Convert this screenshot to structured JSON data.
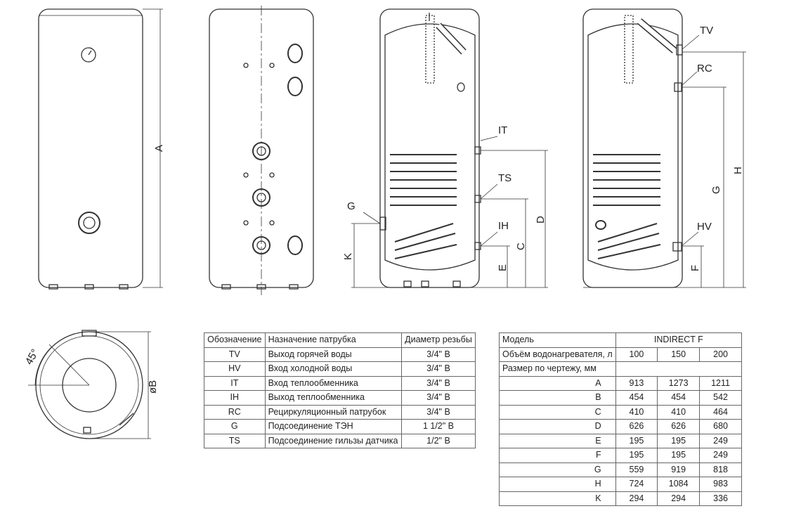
{
  "labels": {
    "dim_a": "A",
    "dim_b": "øB",
    "angle": "45°",
    "tv": "TV",
    "rc": "RC",
    "it": "IT",
    "ts": "TS",
    "ih": "IH",
    "g": "G",
    "hv": "HV",
    "d": "D",
    "c": "C",
    "e": "E",
    "k": "K",
    "h": "H",
    "g_dim": "G",
    "f": "F"
  },
  "connections": {
    "headers": [
      "Обозначение",
      "Назначение патрубка",
      "Диаметр резьбы"
    ],
    "rows": [
      {
        "code": "TV",
        "name": "Выход горячей воды",
        "size": "3/4\" B"
      },
      {
        "code": "HV",
        "name": "Вход холодной воды",
        "size": "3/4\" B"
      },
      {
        "code": "IT",
        "name": "Вход теплообменника",
        "size": "3/4\" B"
      },
      {
        "code": "IH",
        "name": "Выход теплообменника",
        "size": "3/4\" B"
      },
      {
        "code": "RC",
        "name": "Рециркуляционный патрубок",
        "size": "3/4\" B"
      },
      {
        "code": "G",
        "name": "Подсоединение ТЭН",
        "size": "1 1/2\" B"
      },
      {
        "code": "TS",
        "name": "Подсоединение гильзы датчика",
        "size": "1/2\" B"
      }
    ]
  },
  "dimensions": {
    "model_label": "Модель",
    "model_name": "INDIRECT F",
    "volume_label": "Объём водонагревателя, л",
    "volumes": [
      "100",
      "150",
      "200"
    ],
    "size_label": "Размер по чертежу, мм",
    "rows": [
      {
        "key": "A",
        "v": [
          "913",
          "1273",
          "1211"
        ]
      },
      {
        "key": "B",
        "v": [
          "454",
          "454",
          "542"
        ]
      },
      {
        "key": "C",
        "v": [
          "410",
          "410",
          "464"
        ]
      },
      {
        "key": "D",
        "v": [
          "626",
          "626",
          "680"
        ]
      },
      {
        "key": "E",
        "v": [
          "195",
          "195",
          "249"
        ]
      },
      {
        "key": "F",
        "v": [
          "195",
          "195",
          "249"
        ]
      },
      {
        "key": "G",
        "v": [
          "559",
          "919",
          "818"
        ]
      },
      {
        "key": "H",
        "v": [
          "724",
          "1084",
          "983"
        ]
      },
      {
        "key": "K",
        "v": [
          "294",
          "294",
          "336"
        ]
      }
    ]
  }
}
